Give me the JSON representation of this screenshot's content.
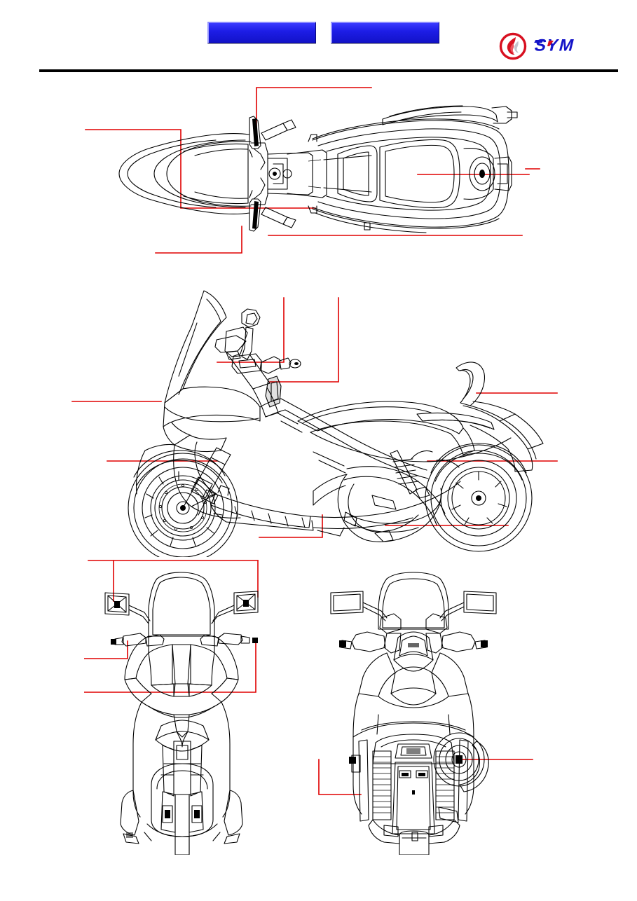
{
  "document": {
    "kind": "service-manual-illustration-page",
    "brand": "SYM",
    "logo_alt": "SYM",
    "logo_mark_name": "sym-flame-emblem",
    "colors": {
      "brand_blue": "#1d1de6",
      "brand_red": "#e00000",
      "logo_blue": "#1414c8",
      "logo_red": "#d81020",
      "rule_black": "#000000",
      "page_background": "#ffffff"
    }
  },
  "header": {
    "title_box_1": "",
    "title_box_2": "",
    "rule_present": true
  },
  "figures": [
    {
      "id": "top-view",
      "name": "scooter-top-view",
      "caption": "",
      "leaders": 6
    },
    {
      "id": "side-view",
      "name": "scooter-side-view",
      "caption": "",
      "leaders": 7
    },
    {
      "id": "front-view",
      "name": "scooter-front-view",
      "caption": "",
      "leaders": 3
    },
    {
      "id": "rear-view",
      "name": "scooter-rear-view",
      "caption": "",
      "leaders": 2
    }
  ],
  "callouts": {
    "top_view": [
      "",
      "",
      "",
      "",
      "",
      ""
    ],
    "side_view": [
      "",
      "",
      "",
      "",
      "",
      "",
      ""
    ],
    "front_view": [
      "",
      "",
      ""
    ],
    "rear_view": [
      "",
      ""
    ]
  }
}
